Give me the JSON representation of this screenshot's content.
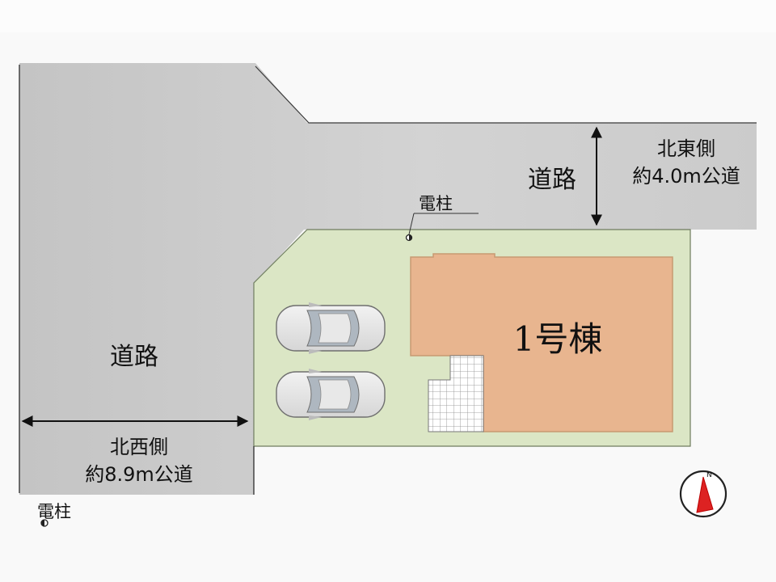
{
  "roads": {
    "left_label": "道路",
    "top_label": "道路",
    "northeast": {
      "side": "北東側",
      "width": "約4.0m公道"
    },
    "northwest": {
      "side": "北西側",
      "width": "約8.9m公道"
    }
  },
  "poles": {
    "top_label": "電柱",
    "bottom_label": "電柱"
  },
  "building": {
    "label": "1号棟"
  },
  "compass": {
    "north": "N"
  },
  "colors": {
    "road": "#c8c8c8",
    "lot": "#dbe6c5",
    "building": "#e8b58f",
    "building_border": "#c79a72",
    "line": "#333333"
  }
}
